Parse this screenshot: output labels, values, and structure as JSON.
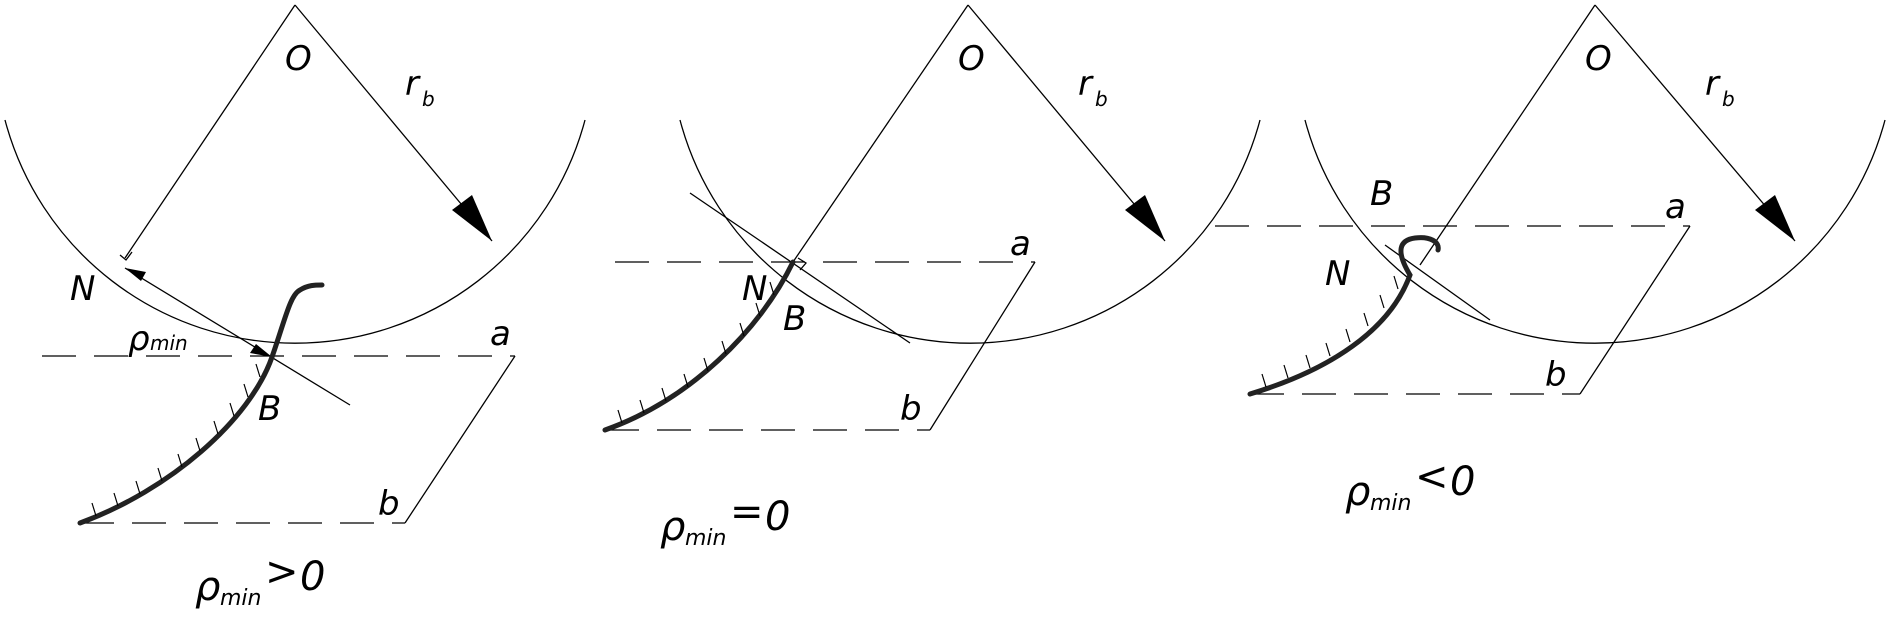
{
  "panels": [
    {
      "center_label": "O",
      "radius_label": "r",
      "radius_sub": "b",
      "n_label": "N",
      "b_label": "B",
      "line_a_label": "a",
      "line_b_label": "b",
      "rho_label": "ρ",
      "rho_sub": "min",
      "caption_symbol": "ρ",
      "caption_sub": "min",
      "caption_op": ">",
      "caption_value": "0"
    },
    {
      "center_label": "O",
      "radius_label": "r",
      "radius_sub": "b",
      "n_label": "N",
      "b_label": "B",
      "line_a_label": "a",
      "line_b_label": "b",
      "caption_symbol": "ρ",
      "caption_sub": "min",
      "caption_op": "=",
      "caption_value": "0"
    },
    {
      "center_label": "O",
      "radius_label": "r",
      "radius_sub": "b",
      "n_label": "N",
      "b_label": "B",
      "line_a_label": "a",
      "line_b_label": "b",
      "caption_symbol": "ρ",
      "caption_sub": "min",
      "caption_op": "<",
      "caption_value": "0"
    }
  ]
}
